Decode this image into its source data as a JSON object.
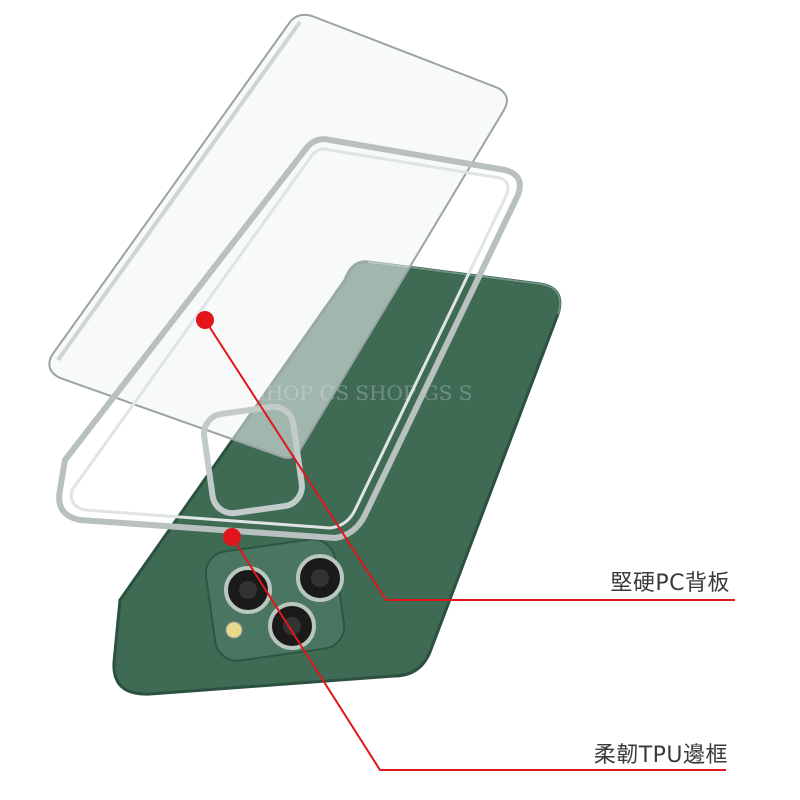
{
  "callouts": [
    {
      "label": "堅硬PC背板"
    },
    {
      "label": "柔韌TPU邊框"
    }
  ],
  "watermark": "SHOP   GS SHOP   GS S",
  "colors": {
    "phone_green": "#3f6b55",
    "callout_red": "#e0161b",
    "text": "#3a3a3a"
  }
}
